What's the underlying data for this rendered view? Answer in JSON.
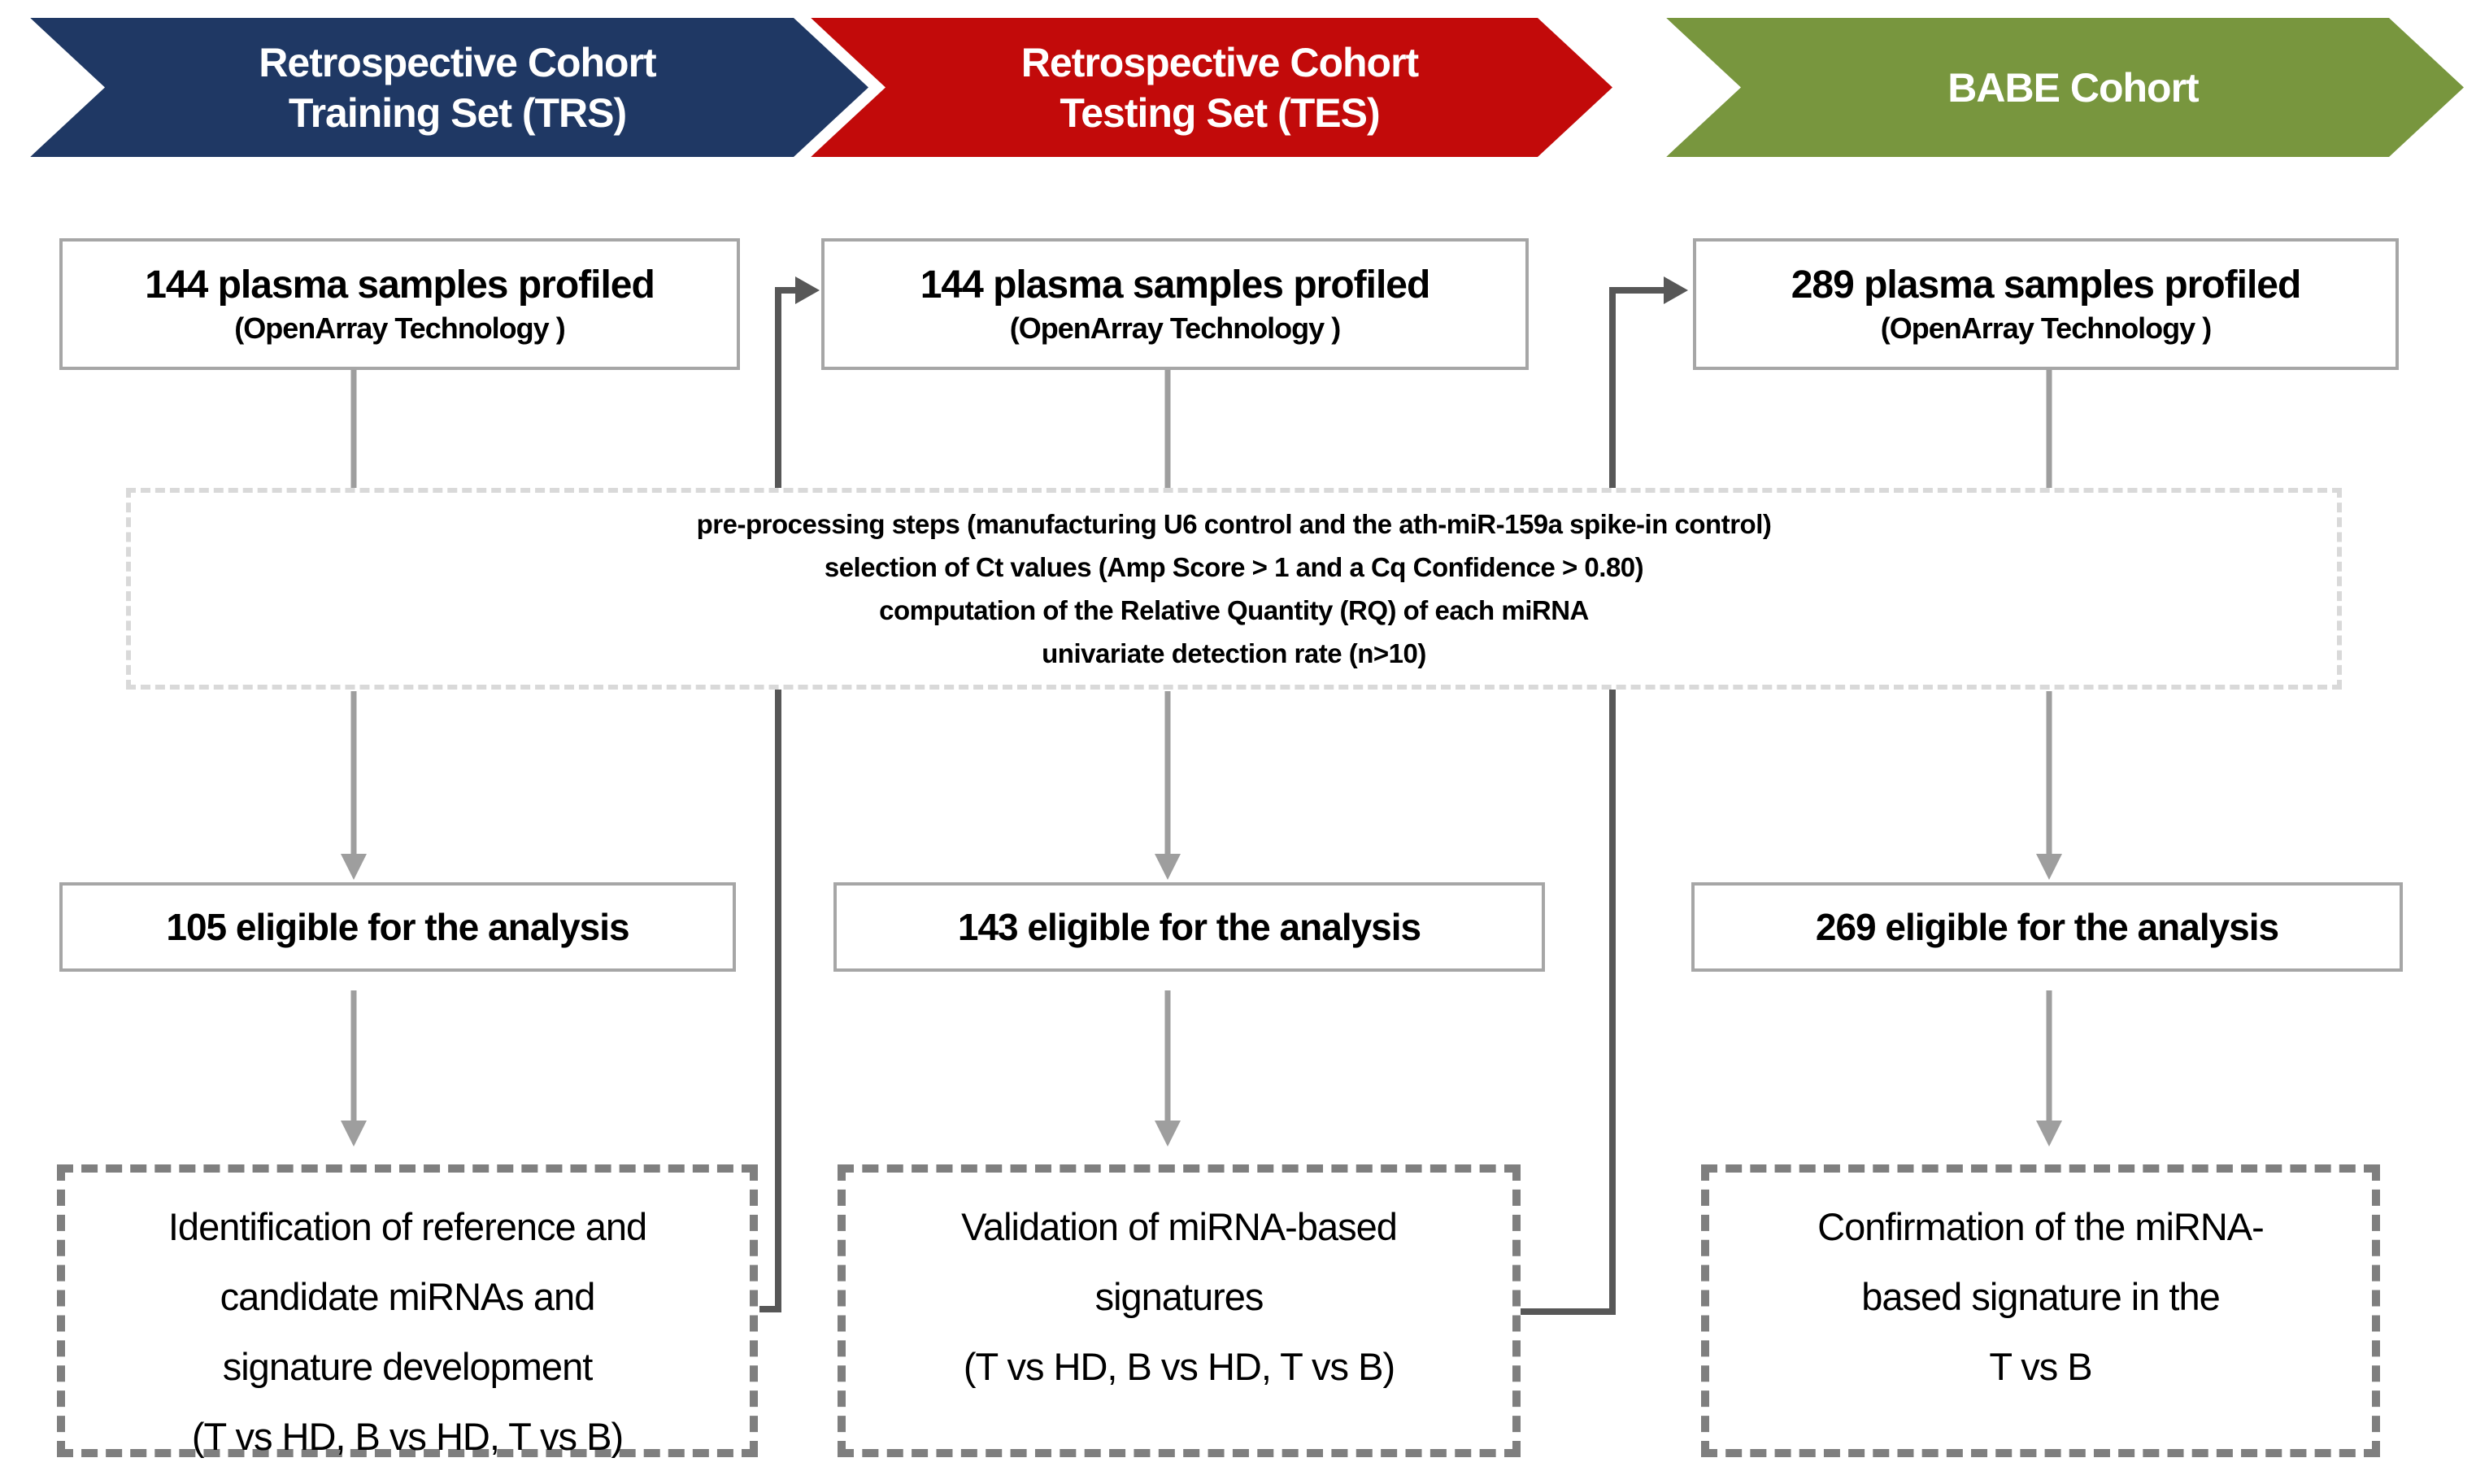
{
  "colors": {
    "trs": "#1f3864",
    "tes": "#c20a0a",
    "babe": "#78963e",
    "box-border": "#a6a6a6",
    "arrow": "#9e9e9e",
    "elbow": "#575757",
    "dash-light": "#d9d9d9",
    "dash-dark": "#7f7f7f"
  },
  "banners": [
    {
      "line1": "Retrospective Cohort",
      "line2": "Training Set (TRS)",
      "color": "#1f3864"
    },
    {
      "line1": "Retrospective Cohort",
      "line2": "Testing Set (TES)",
      "color": "#c20a0a"
    },
    {
      "line1": "BABE Cohort",
      "line2": "",
      "color": "#78963e"
    }
  ],
  "preprocessing": {
    "line1": "pre-processing steps  (manufacturing U6 control and the ath-miR-159a spike-in control)",
    "line2": "selection of Ct values (Amp Score > 1 and a Cq Confidence > 0.80)",
    "line3": "computation of the Relative Quantity (RQ) of each miRNA",
    "line4": "univariate detection rate  (n>10)"
  },
  "columns": [
    {
      "samples": "144 plasma samples profiled",
      "tech": "(OpenArray Technology )",
      "eligible": "105 eligible for the analysis",
      "outcome": {
        "line1": "Identification of reference and",
        "line2": "candidate miRNAs and",
        "line3": "signature development",
        "line4": "(T vs HD, B vs HD, T vs B)"
      }
    },
    {
      "samples": "144 plasma samples profiled",
      "tech": "(OpenArray Technology )",
      "eligible": "143 eligible for the analysis",
      "outcome": {
        "line1": "Validation of miRNA-based",
        "line2": "signatures",
        "line3": "(T vs HD, B vs HD, T vs B)",
        "line4": ""
      }
    },
    {
      "samples": "289 plasma samples profiled",
      "tech": "(OpenArray Technology )",
      "eligible": "269 eligible for the analysis",
      "outcome": {
        "line1": "Confirmation of the miRNA-",
        "line2": "based signature in the",
        "line3": "T vs B",
        "line4": ""
      }
    }
  ]
}
